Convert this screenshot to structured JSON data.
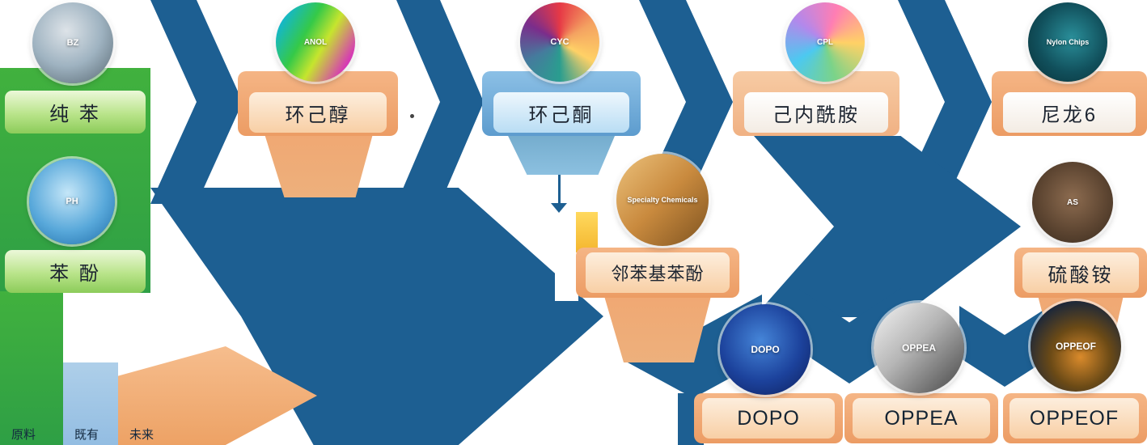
{
  "diagram": {
    "legend": {
      "raw": "原料",
      "existing": "既有",
      "future": "未来"
    },
    "colors": {
      "raw_green": "#35a53b",
      "existing_blue": "#9cc6e8",
      "future_orange": "#f2ae77",
      "flow_blue": "#1d5f92"
    },
    "nodes": {
      "benzene": {
        "name": "纯 苯",
        "badge": "BZ",
        "ribbon": "green"
      },
      "phenol": {
        "name": "苯 酚",
        "badge": "PH",
        "ribbon": "green"
      },
      "cyclohexanol": {
        "name": "环己醇",
        "badge": "ANOL",
        "ribbon": "orange"
      },
      "cyclohexanone": {
        "name": "环己酮",
        "badge": "CYC",
        "ribbon": "blue"
      },
      "caprolactam": {
        "name": "己内酰胺",
        "badge": "CPL",
        "ribbon": "white"
      },
      "nylon6": {
        "name": "尼龙6",
        "badge": "Nylon Chips",
        "ribbon": "orange"
      },
      "opp": {
        "name": "邻苯基苯酚",
        "badge": "Specialty Chemicals",
        "ribbon": "orange"
      },
      "ammonium_sulfate": {
        "name": "硫酸铵",
        "badge": "AS",
        "ribbon": "orange"
      },
      "dopo": {
        "name": "DOPO",
        "badge": "DOPO",
        "ribbon": "orange"
      },
      "oppea": {
        "name": "OPPEA",
        "badge": "OPPEA",
        "ribbon": "orange"
      },
      "oppeof": {
        "name": "OPPEOF",
        "badge": "OPPEOF",
        "ribbon": "orange"
      }
    },
    "flows": [
      {
        "from": "benzene",
        "to": "cyclohexanol"
      },
      {
        "from": "cyclohexanol",
        "to": "cyclohexanone"
      },
      {
        "from": "cyclohexanone",
        "to": "caprolactam"
      },
      {
        "from": "caprolactam",
        "to": "nylon6"
      },
      {
        "from": "cyclohexanone",
        "to": "opp"
      },
      {
        "from": "phenol",
        "to": "opp"
      },
      {
        "from": "caprolactam",
        "to": "ammonium_sulfate"
      },
      {
        "from": "opp",
        "to": "dopo"
      },
      {
        "from": "opp",
        "to": "oppea"
      },
      {
        "from": "opp",
        "to": "oppeof"
      }
    ]
  }
}
